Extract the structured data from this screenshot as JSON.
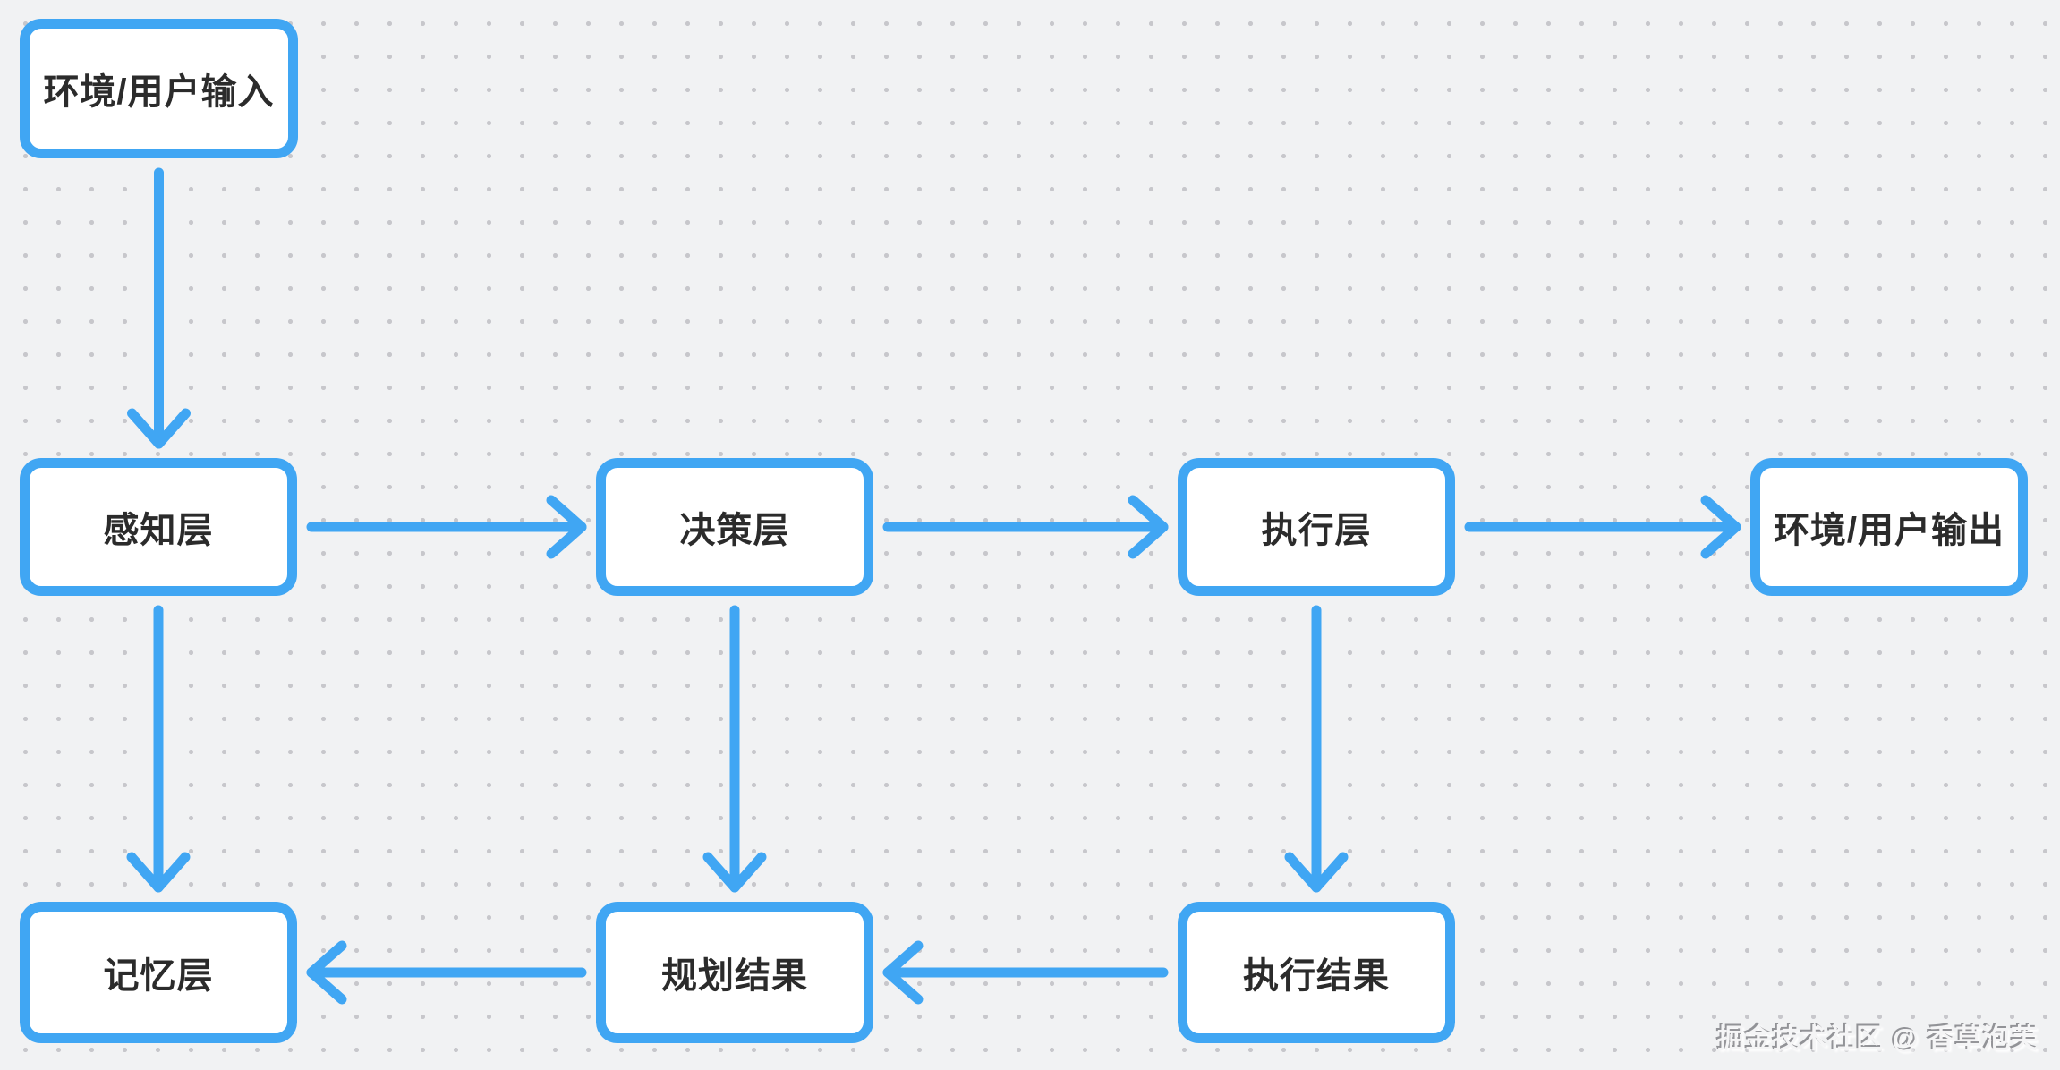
{
  "diagram": {
    "title": "agent-architecture-flowchart",
    "nodes": [
      {
        "id": "env-input",
        "label": "环境/用户输入"
      },
      {
        "id": "perception",
        "label": "感知层"
      },
      {
        "id": "decision",
        "label": "决策层"
      },
      {
        "id": "execution",
        "label": "执行层"
      },
      {
        "id": "env-output",
        "label": "环境/用户输出"
      },
      {
        "id": "memory",
        "label": "记忆层"
      },
      {
        "id": "planning-result",
        "label": "规划结果"
      },
      {
        "id": "execution-result",
        "label": "执行结果"
      }
    ],
    "edges": [
      {
        "from": "env-input",
        "to": "perception"
      },
      {
        "from": "perception",
        "to": "decision"
      },
      {
        "from": "decision",
        "to": "execution"
      },
      {
        "from": "execution",
        "to": "env-output"
      },
      {
        "from": "perception",
        "to": "memory"
      },
      {
        "from": "decision",
        "to": "planning-result"
      },
      {
        "from": "execution",
        "to": "execution-result"
      },
      {
        "from": "execution-result",
        "to": "planning-result"
      },
      {
        "from": "planning-result",
        "to": "memory"
      }
    ]
  },
  "watermark": "掘金技术社区 @ 香草泡芙",
  "colors": {
    "accent": "#40a6f3",
    "background": "#f1f2f3",
    "dot": "#c7c7cb",
    "node_fill": "#ffffff",
    "node_text": "#2b2b2b",
    "watermark_text": "#f5f5f6"
  }
}
